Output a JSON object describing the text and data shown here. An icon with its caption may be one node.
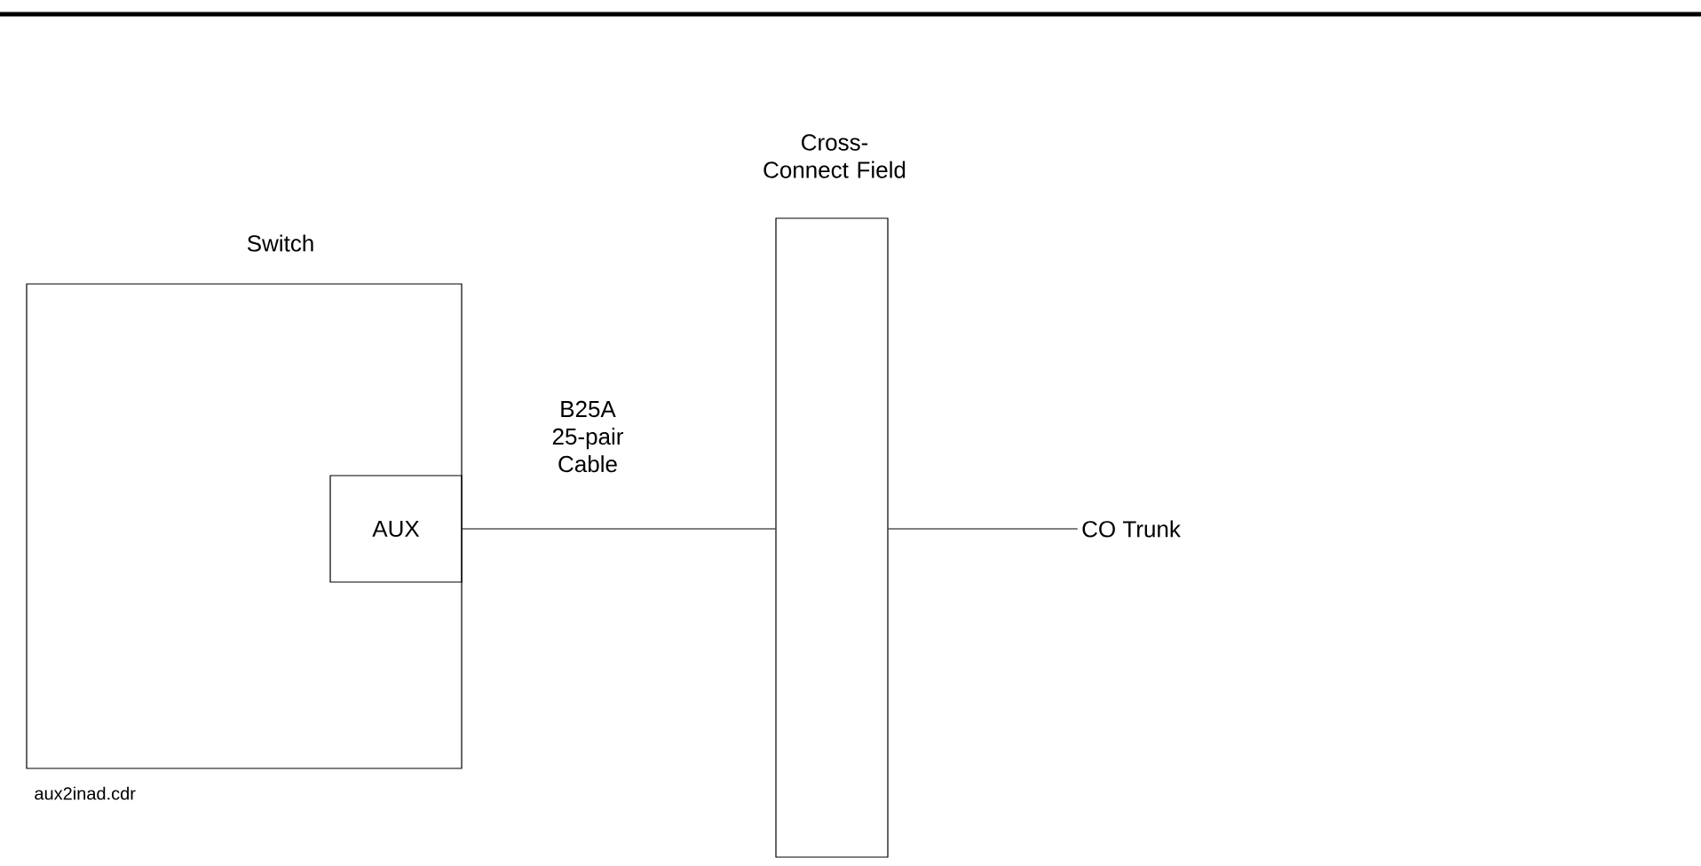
{
  "diagram": {
    "nodes": [
      {
        "text": [
          "Switch"
        ]
      },
      {
        "text": [
          "AUX"
        ],
        "in": 0
      },
      {
        "text": [
          "Cross-Connect Field"
        ]
      },
      {
        "text": [
          "CO Trunk"
        ]
      }
    ],
    "edges": [
      {
        "from": 1,
        "to": 2,
        "arrow": "none",
        "label": "B25A 25-pair Cable"
      },
      {
        "from": 2,
        "to": 3,
        "arrow": "none"
      }
    ],
    "labels": [
      "aux2inad.cdr"
    ]
  }
}
